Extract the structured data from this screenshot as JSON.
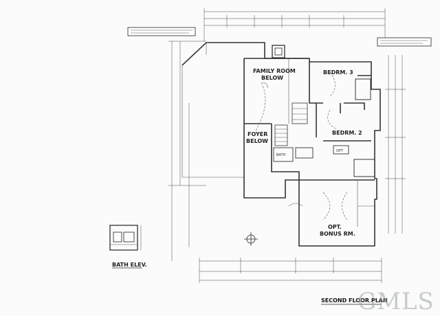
{
  "rooms": {
    "family_room": [
      "FAMILY ROOM",
      "BELOW"
    ],
    "foyer": [
      "FOYER",
      "BELOW"
    ],
    "bedroom3": "BEDRM. 3",
    "bedroom2": "BEDRM. 2",
    "bath": "BATH",
    "opt": "OPT",
    "bonus": [
      "OPT.",
      "BONUS RM."
    ]
  },
  "labels": {
    "bath_elevation": "BATH ELEV.",
    "plan_title": "SECOND FLOOR PLAN"
  },
  "watermark": "GMLS",
  "colors": {
    "line": "#333333",
    "watermark": "#9aa7a0"
  }
}
